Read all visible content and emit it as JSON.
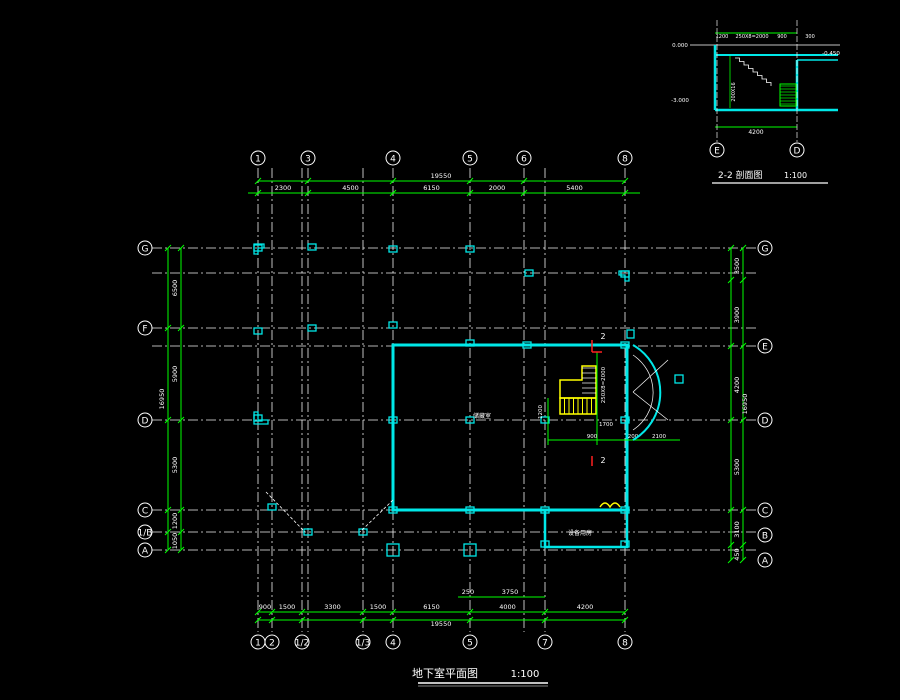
{
  "colors": {
    "background": "#000000",
    "axis_line": "#ffffff",
    "grid_dash": "#f0f0f0",
    "dimension": "#00ff00",
    "wall": "#00e8e8",
    "stair": "#ffff00",
    "section_mark": "#ff2020",
    "text": "#ffffff"
  },
  "plan": {
    "title": "地下室平面图",
    "scale": "1:100",
    "room_label_main": "储藏室",
    "room_label_small": "设备用房",
    "top_axis_labels": [
      "1",
      "3",
      "4",
      "5",
      "6",
      "8"
    ],
    "bottom_axis_labels": [
      "1",
      "2",
      "1/2",
      "1/3",
      "4",
      "5",
      "7",
      "8"
    ],
    "left_axis_labels": [
      "G",
      "F",
      "D",
      "C",
      "1/B",
      "A"
    ],
    "right_axis_labels": [
      "G",
      "E",
      "D",
      "C",
      "B",
      "A"
    ],
    "top_total": "19550",
    "top_dims": [
      "2300",
      "4500",
      "6150",
      "2000",
      "5400"
    ],
    "bottom_total": "19550",
    "bottom_dims": [
      "900",
      "1500",
      "3300",
      "1500",
      "6150",
      "4000",
      "4200"
    ],
    "bottom_sub_dims": [
      "250",
      "3750"
    ],
    "left_total": "16950",
    "left_dims": [
      "6500",
      "5900",
      "5300",
      "1200",
      "1050"
    ],
    "right_total": "16950",
    "right_dims": [
      "3500",
      "3900",
      "4200",
      "5300",
      "3100",
      "450"
    ],
    "section_mark": "2",
    "stair_notes": [
      "250X8=2000",
      "1200",
      "1700",
      "900",
      "200",
      "2100"
    ]
  },
  "section": {
    "title": "2-2 剖面图",
    "scale": "1:100",
    "top_dims": [
      "1200",
      "250X8=2000",
      "900",
      "300"
    ],
    "levels": [
      "0.000",
      "-3.000",
      "-0.450"
    ],
    "height_dim": "200X16",
    "bottom_dim": "4200",
    "axis_labels": [
      "E",
      "D"
    ]
  }
}
